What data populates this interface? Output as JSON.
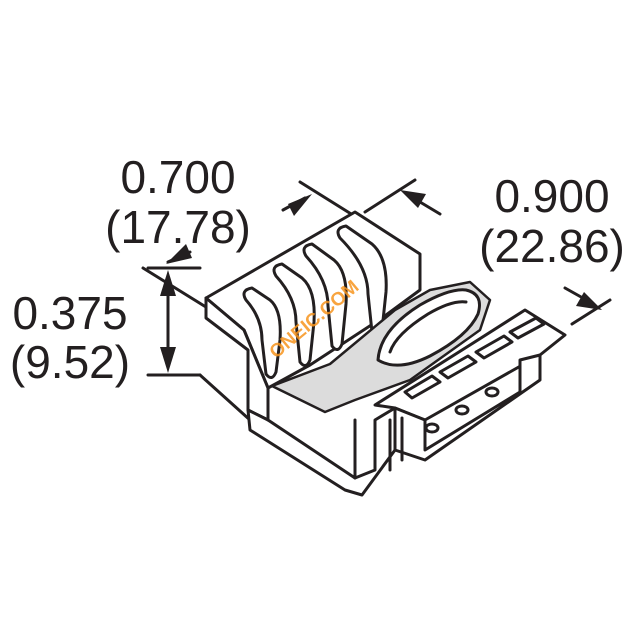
{
  "dimensions": {
    "width": {
      "inches": "0.700",
      "mm": "(17.78)"
    },
    "length": {
      "inches": "0.900",
      "mm": "(22.86)"
    },
    "height": {
      "inches": "0.375",
      "mm": "(9.52)"
    }
  },
  "watermark": "ONEIC.COM",
  "colors": {
    "line": "#231f20",
    "watermark": "#f7941d",
    "shade": "#dcdcdc"
  }
}
